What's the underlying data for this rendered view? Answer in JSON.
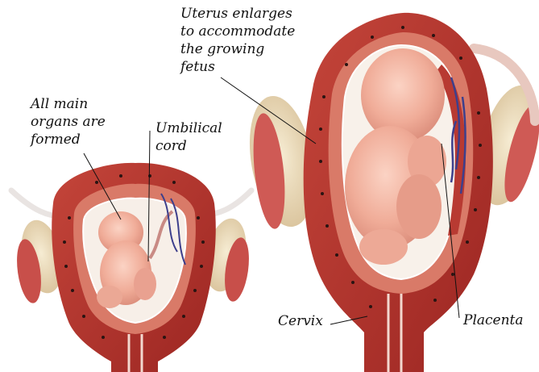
{
  "labels": {
    "uterus": "Uterus enlarges\nto accommodate\nthe growing\nfetus",
    "organs": "All main\norgans are\nformed",
    "umbilical": "Umbilical\ncord",
    "cervix": "Cervix",
    "placenta": "Placenta"
  },
  "colors": {
    "uterine_wall": "#b5322b",
    "lining": "#d97a68",
    "fetus": "#f2b6a2",
    "ovary": "#e8d7b4",
    "vessel": "#3d3f8c"
  }
}
